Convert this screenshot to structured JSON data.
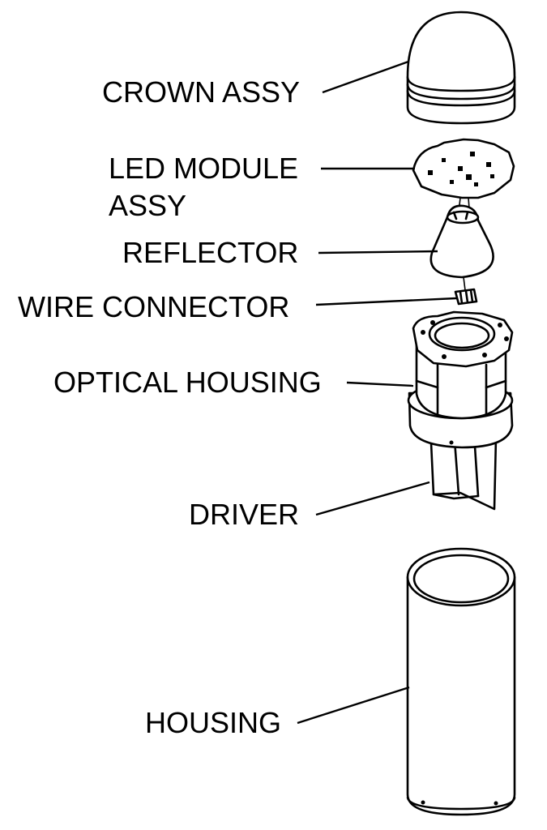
{
  "labels": {
    "crown": "CROWN ASSY",
    "led_line1": "LED MODULE",
    "led_line2": "ASSY",
    "reflector": "REFLECTOR",
    "wire": "WIRE CONNECTOR",
    "optical": "OPTICAL HOUSING",
    "driver": "DRIVER",
    "housing": "HOUSING"
  },
  "colors": {
    "ink": "#000000",
    "paper": "#ffffff",
    "shade": "#d9d9d9"
  }
}
